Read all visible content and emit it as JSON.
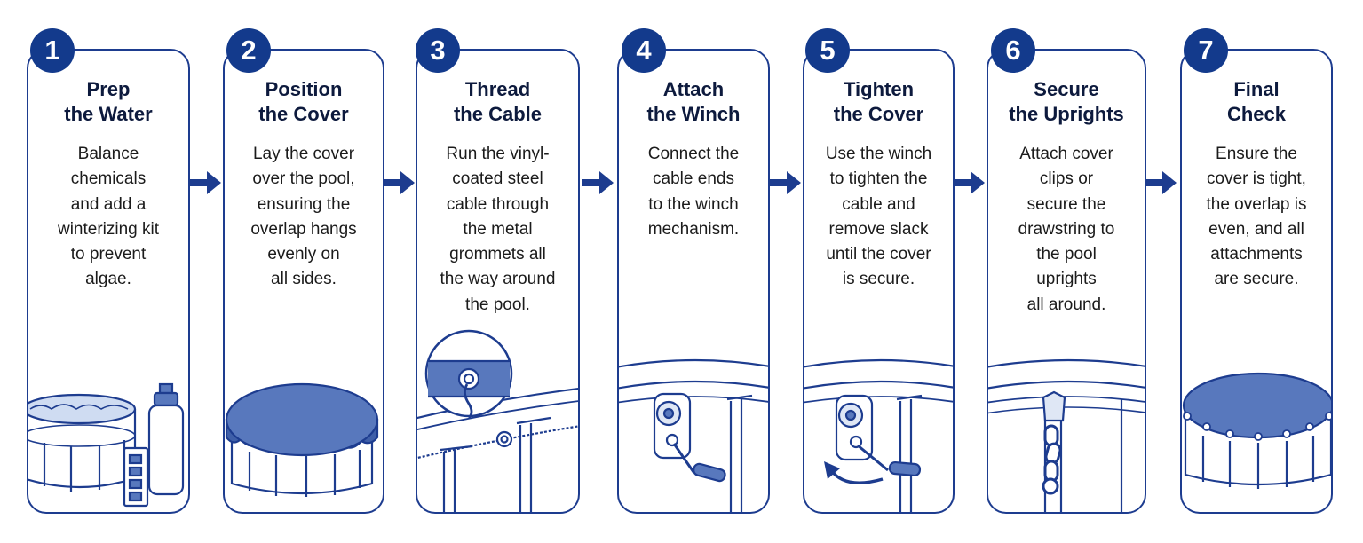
{
  "colors": {
    "accent": "#133a8c",
    "outline": "#1d3c8f",
    "cover_fill": "#5878bd",
    "light_fill": "#dfe7f5"
  },
  "steps": [
    {
      "number": "1",
      "title": "Prep\nthe Water",
      "description": "Balance\nchemicals\nand add a\nwinterizing kit\nto prevent\nalgae.",
      "icon": "pool-with-test-kit-and-chemical-bottle"
    },
    {
      "number": "2",
      "title": "Position\nthe Cover",
      "description": "Lay the cover\nover the pool,\nensuring the\noverlap hangs\nevenly on\nall sides.",
      "icon": "pool-with-draped-cover"
    },
    {
      "number": "3",
      "title": "Thread\nthe Cable",
      "description": "Run the vinyl-\ncoated steel\ncable through\nthe metal\ngrommets all\nthe way around\nthe pool.",
      "icon": "cable-through-grommet-detail"
    },
    {
      "number": "4",
      "title": "Attach\nthe Winch",
      "description": "Connect the\ncable ends\nto the winch\nmechanism.",
      "icon": "winch-on-pool-wall"
    },
    {
      "number": "5",
      "title": "Tighten\nthe Cover",
      "description": "Use the winch\nto tighten the\ncable and\nremove slack\nuntil the cover\nis secure.",
      "icon": "winch-with-rotation-arrow"
    },
    {
      "number": "6",
      "title": "Secure\nthe Uprights",
      "description": "Attach cover\nclips or\nsecure the\ndrawstring to\nthe pool\nuprights\nall around.",
      "icon": "clip-chain-on-upright"
    },
    {
      "number": "7",
      "title": "Final\nCheck",
      "description": "Ensure the\ncover is tight,\nthe overlap is\neven, and all\nattachments\nare secure.",
      "icon": "pool-with-tight-cover"
    }
  ]
}
